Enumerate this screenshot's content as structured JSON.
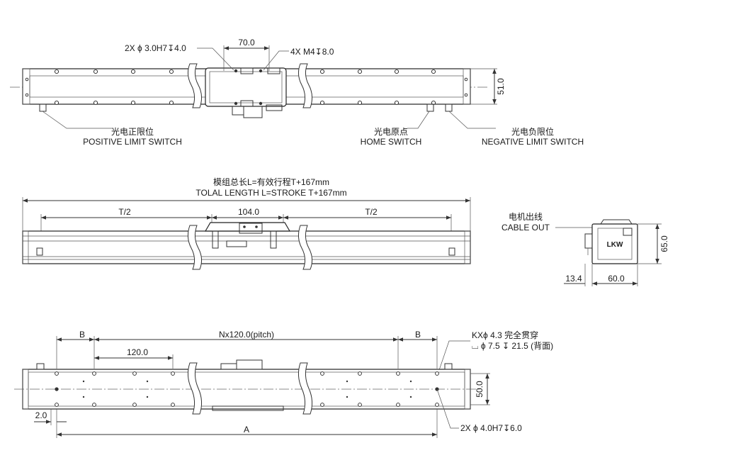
{
  "top_view": {
    "callout_pin_holes": "2X ϕ 3.0H7↧4.0",
    "dim_slider_hole_pitch": "70.0",
    "callout_tapped_holes": "4X  M4↧8.0",
    "dim_width": "51.0",
    "positive_limit_cn": "光电正限位",
    "positive_limit_en": "POSITIVE LIMIT SWITCH",
    "home_cn": "光电原点",
    "home_en": "HOME SWITCH",
    "negative_limit_cn": "光电负限位",
    "negative_limit_en": "NEGATIVE LIMIT SWITCH"
  },
  "front_view": {
    "total_length_cn": "模组总长L=有效行程T+167mm",
    "total_length_en": "TOLAL LENGTH L=STROKE T+167mm",
    "dim_half_stroke_left": "T/2",
    "dim_slider_length": "104.0",
    "dim_half_stroke_right": "T/2"
  },
  "end_view": {
    "cable_out_cn": "电机出线",
    "cable_out_en": "CABLE  OUT",
    "dim_height": "65.0",
    "dim_offset": "13.4",
    "dim_width": "60.0",
    "logo_text": "LKW"
  },
  "bottom_view": {
    "dim_b_left": "B",
    "dim_pitch": "Nx120.0(pitch)",
    "dim_b_right": "B",
    "dim_pitch_single": "120.0",
    "callout_through_holes_1": "KXϕ 4.3 完全贯穿",
    "callout_through_holes_2": "⌴ ϕ 7.5  ↧ 21.5  (背面)",
    "dim_width": "50.0",
    "dim_edge": "2.0",
    "dim_a": "A",
    "callout_bottom_pins": "2X ϕ 4.0H7↧6.0"
  }
}
